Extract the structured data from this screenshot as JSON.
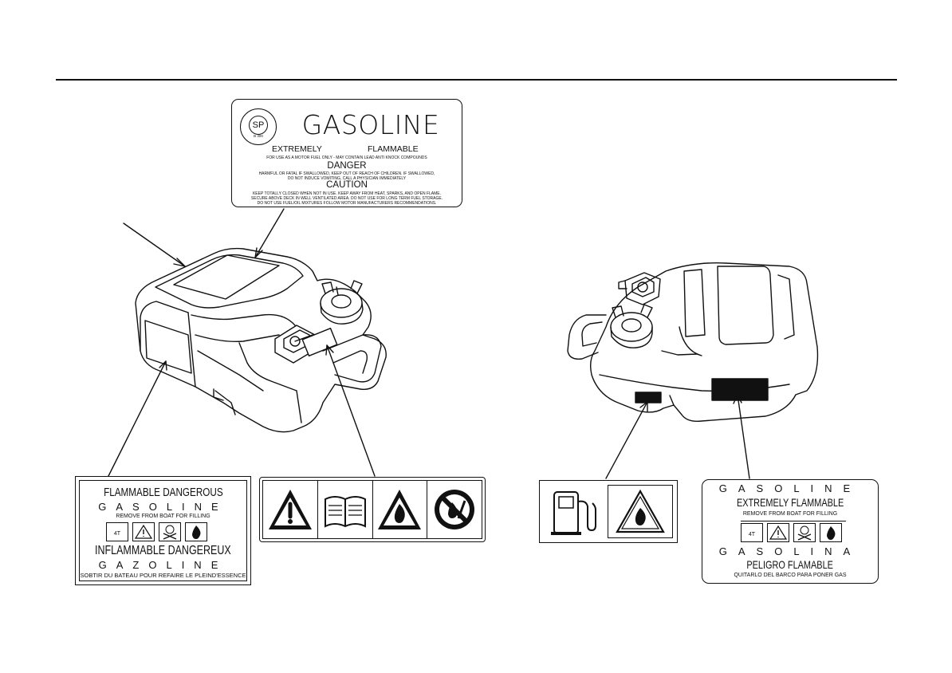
{
  "top_label": {
    "seal_mark": "SP",
    "seal_text": "B 300",
    "title": "GASOLINE",
    "word_left": "EXTREMELY",
    "word_right": "FLAMMABLE",
    "use_line": "FOR USE AS A MOTOR FUEL ONLY - MAY CONTAIN LEAD ANTI KNOCK COMPOUNDS",
    "danger_heading": "DANGER",
    "danger_line1": "HARMFUL OR FATAL IF SWALLOWED, KEEP OUT OF REACH OF CHILDREN. IF SWALLOWED,",
    "danger_line2": "DO NOT INDUCE VOMITING, CALL A PHYSICIAN IMMEDIATELY",
    "caution_heading": "CAUTION",
    "caution_line1": "KEEP TOTALLY CLOSED WHEN NOT IN USE. KEEP AWAY FROM HEAT, SPARKS, AND OPEN FLAME.",
    "caution_line2": "SECURE ABOVE DECK IN WELL VENTILATED AREA. DO NOT USE FOR LONG TERM FUEL STORAGE.",
    "caution_line3": "DO NOT USE FUEL/OIL MIXTURES FOLLOW MOTOR MANUFACTURERS RECOMMENDATIONS."
  },
  "french_label": {
    "line1": "FLAMMABLE DANGEROUS",
    "line2": "GASOLINE",
    "line3": "REMOVE FROM BOAT FOR FILLING",
    "icon_4t": "4T",
    "line4": "INFLAMMABLE DANGEREUX",
    "line5": "GAZOLINE",
    "line6": "SOBTIR DU BATEAU POUR REFAIRE LE PLEIND'ESSENCE"
  },
  "warning_label": {
    "icons": [
      "exclamation-warning-icon",
      "read-manual-icon",
      "flammable-warning-icon",
      "no-open-flame-icon"
    ]
  },
  "pump_label": {
    "icons": [
      "fuel-pump-icon",
      "flammable-warning-icon"
    ]
  },
  "spanish_label": {
    "line1": "GASOLINE",
    "line2": "EXTREMELY  FLAMMABLE",
    "line3": "REMOVE FROM BOAT FOR FILLING",
    "icon_4t": "4T",
    "line4": "GASOLINA",
    "line5": "PELIGRO FLAMABLE",
    "line6": "QUITARLO DEL BARCO PARA PONER GAS"
  }
}
